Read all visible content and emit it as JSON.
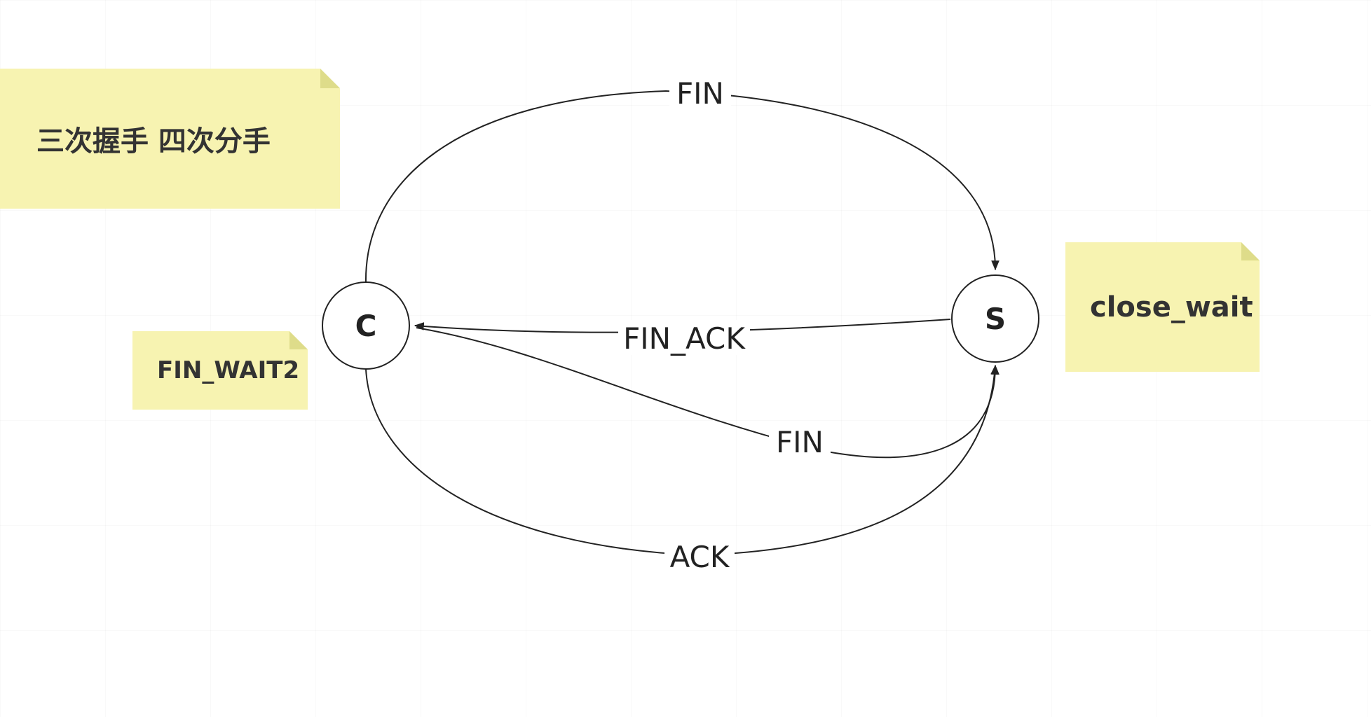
{
  "notes": {
    "title": "三次握手  四次分手",
    "fin_wait2": "FIN_WAIT2",
    "close_wait": "close_wait"
  },
  "nodes": {
    "client": "C",
    "server": "S"
  },
  "edges": {
    "fin_top": "FIN",
    "fin_ack": "FIN_ACK",
    "fin_bottom": "FIN",
    "ack": "ACK"
  },
  "colors": {
    "note_bg": "#f7f3b1",
    "stroke": "#222222"
  }
}
